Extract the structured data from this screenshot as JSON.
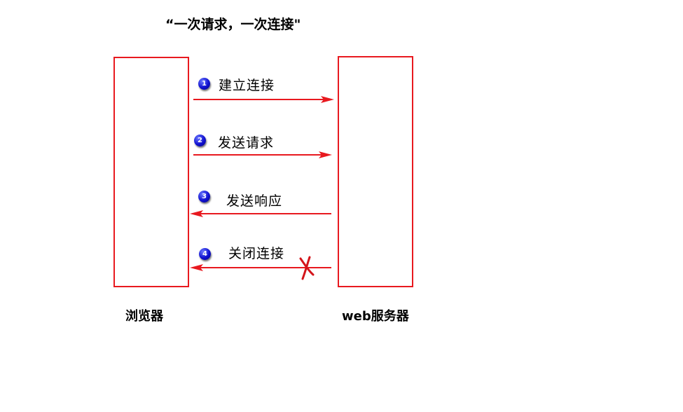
{
  "title": "“一次请求，一次连接\"",
  "browser": {
    "label": "浏览器"
  },
  "server": {
    "label": "web服务器"
  },
  "steps": [
    {
      "num": "1",
      "label": "建立连接",
      "direction": "browser-to-server"
    },
    {
      "num": "2",
      "label": "发送请求",
      "direction": "browser-to-server"
    },
    {
      "num": "3",
      "label": "发送响应",
      "direction": "server-to-browser"
    },
    {
      "num": "4",
      "label": "关闭连接",
      "direction": "server-to-browser",
      "marked": "x-mark"
    }
  ],
  "colors": {
    "line": "#e8191f",
    "badge": "#1010d0",
    "cross": "#d4141a"
  }
}
